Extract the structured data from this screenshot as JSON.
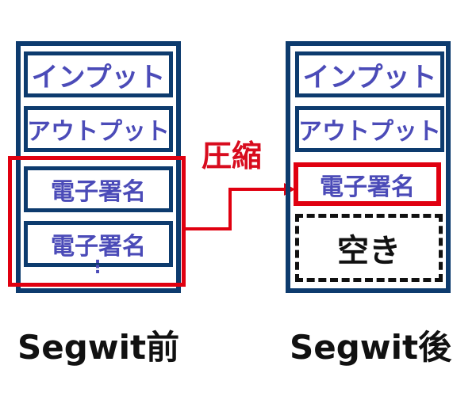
{
  "left": {
    "items": [
      "インプット",
      "アウトプット",
      "電子署名",
      "電子署名"
    ],
    "ellipsis": "⋮",
    "caption": "Segwit前"
  },
  "right": {
    "items": [
      "インプット",
      "アウトプット",
      "電子署名"
    ],
    "free_label": "空き",
    "caption": "Segwit後"
  },
  "compress_label": "圧縮",
  "colors": {
    "frame_navy": "#0d3b6e",
    "text_blue": "#4b4bb8",
    "highlight_red": "#e00010",
    "label_red": "#d80c1e"
  }
}
